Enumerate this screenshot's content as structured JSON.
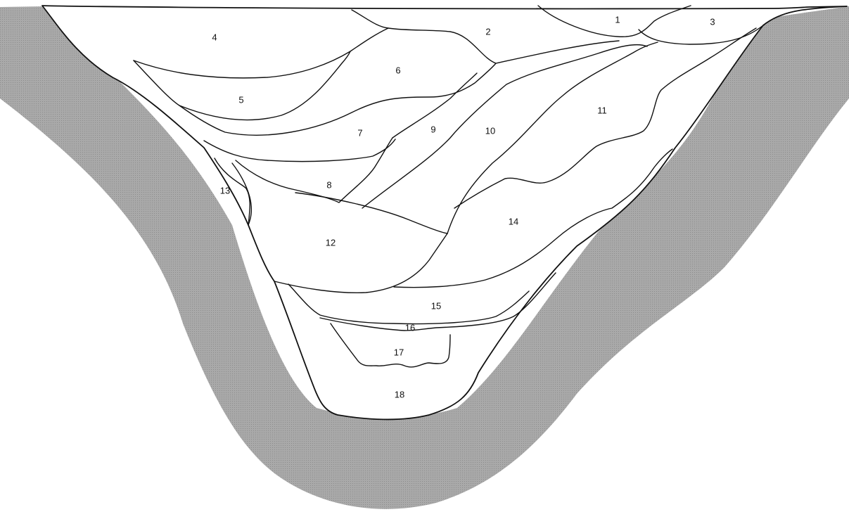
{
  "colors": {
    "ground": "#a9a9a9",
    "outline": "#111111",
    "fill": "#ffffff"
  },
  "layers": [
    {
      "id": "1",
      "label": "1"
    },
    {
      "id": "2",
      "label": "2"
    },
    {
      "id": "3",
      "label": "3"
    },
    {
      "id": "4",
      "label": "4"
    },
    {
      "id": "5",
      "label": "5"
    },
    {
      "id": "6",
      "label": "6"
    },
    {
      "id": "7",
      "label": "7"
    },
    {
      "id": "8",
      "label": "8"
    },
    {
      "id": "9",
      "label": "9"
    },
    {
      "id": "10",
      "label": "10"
    },
    {
      "id": "11",
      "label": "11"
    },
    {
      "id": "12",
      "label": "12"
    },
    {
      "id": "13",
      "label": "13"
    },
    {
      "id": "14",
      "label": "14"
    },
    {
      "id": "15",
      "label": "15"
    },
    {
      "id": "16",
      "label": "16"
    },
    {
      "id": "17",
      "label": "17"
    },
    {
      "id": "18",
      "label": "18"
    }
  ]
}
